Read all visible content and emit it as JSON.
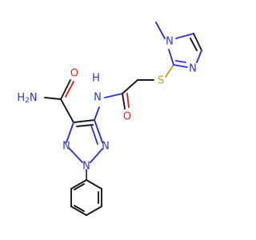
{
  "molecule": {
    "colors": {
      "carbon_bond": "#1a1a1a",
      "nitrogen": "#2e33d6",
      "oxygen": "#e0251c",
      "sulfur": "#b8a71f"
    },
    "labels": {
      "h2n": "H",
      "h2n_sub": "2",
      "h2n_n": "N",
      "carbonyl_o_left": "O",
      "amide_nh_h": "H",
      "amide_nh_n": "N",
      "carbonyl_o_right": "O",
      "thioether_s": "S",
      "imid_n1": "N",
      "imid_n3": "N",
      "triazole_n1": "N",
      "triazole_n2": "N",
      "triazole_n3": "N"
    }
  }
}
